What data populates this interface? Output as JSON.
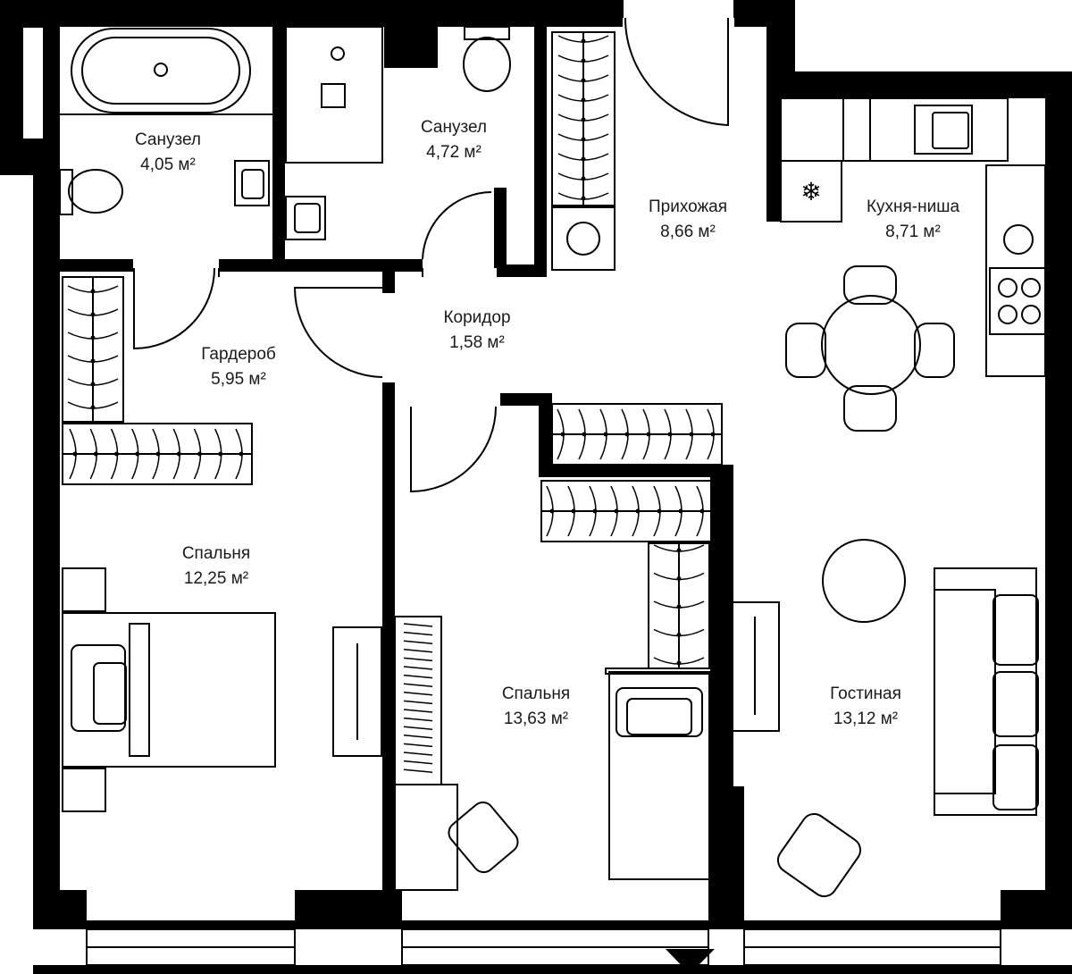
{
  "plan": {
    "rooms": [
      {
        "id": "bath1",
        "name": "Санузел",
        "area": "4,05 м²"
      },
      {
        "id": "bath2",
        "name": "Санузел",
        "area": "4,72 м²"
      },
      {
        "id": "hall",
        "name": "Прихожая",
        "area": "8,66 м²"
      },
      {
        "id": "kitchen",
        "name": "Кухня-ниша",
        "area": "8,71 м²"
      },
      {
        "id": "corridor",
        "name": "Коридор",
        "area": "1,58 м²"
      },
      {
        "id": "wardrobe",
        "name": "Гардероб",
        "area": "5,95 м²"
      },
      {
        "id": "bedroom1",
        "name": "Спальня",
        "area": "12,25 м²"
      },
      {
        "id": "bedroom2",
        "name": "Спальня",
        "area": "13,63 м²"
      },
      {
        "id": "living",
        "name": "Гостиная",
        "area": "13,12 м²"
      }
    ]
  }
}
